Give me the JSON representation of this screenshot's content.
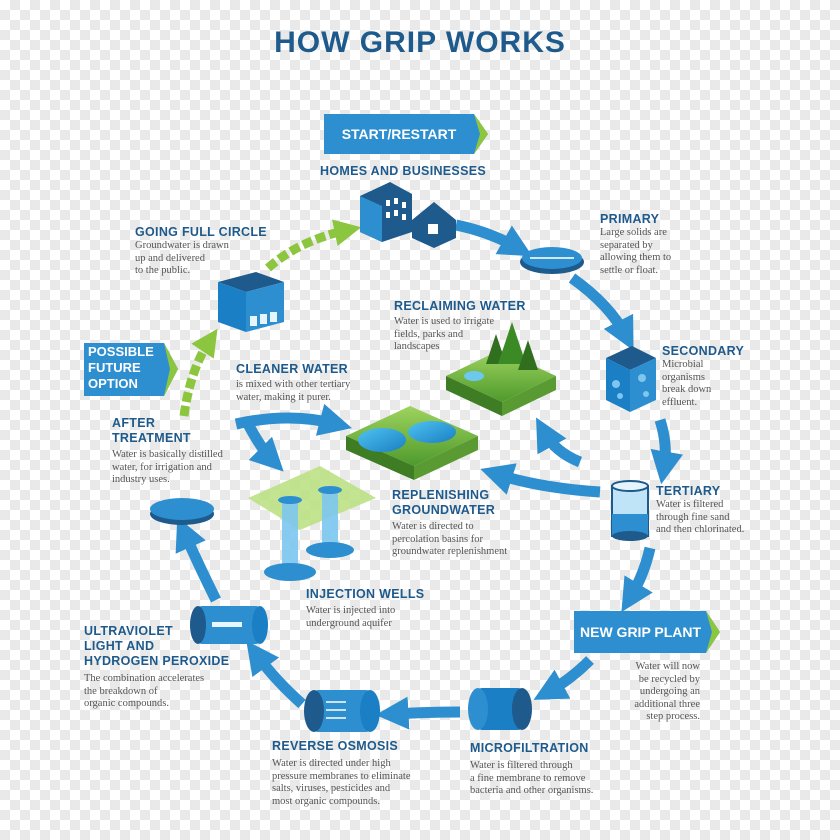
{
  "title": "HOW GRIP WORKS",
  "start_banner": "START/RESTART",
  "option_banner": [
    "POSSIBLE",
    "FUTURE",
    "OPTION"
  ],
  "plant_banner": "NEW GRIP PLANT",
  "colors": {
    "primary": "#1e5a8c",
    "arrow": "#2e8fd0",
    "banner": "#2e8fd0",
    "green_arrow": "#8cc63f",
    "text": "#555555"
  },
  "stages": {
    "homes": {
      "title": "HOMES AND BUSINESSES"
    },
    "primary": {
      "title": "PRIMARY",
      "desc": [
        "Large solids are",
        "separated by",
        "allowing them to",
        "settle or float."
      ]
    },
    "secondary": {
      "title": "SECONDARY",
      "desc": [
        "Microbial",
        "organisms",
        "break down",
        "effluent."
      ]
    },
    "tertiary": {
      "title": "TERTIARY",
      "desc": [
        "Water is filtered",
        "through fine sand",
        "and then chlorinated."
      ]
    },
    "plant": {
      "desc": [
        "Water will now",
        "be recycled by",
        "undergoing an",
        "additional three",
        "step process."
      ]
    },
    "microfiltration": {
      "title": "MICROFILTRATION",
      "desc": [
        "Water is filtered through",
        "a fine membrane to remove",
        "bacteria and other organisms."
      ]
    },
    "reverse_osmosis": {
      "title": "REVERSE OSMOSIS",
      "desc": [
        "Water is directed under high",
        "pressure membranes to eliminate",
        "salts, viruses, pesticides and",
        "most organic compounds."
      ]
    },
    "uv": {
      "title": [
        "ULTRAVIOLET",
        "LIGHT AND",
        "HYDROGEN PEROXIDE"
      ],
      "desc": [
        "The combination accelerates",
        "the breakdown of",
        "organic compounds."
      ]
    },
    "after": {
      "title": [
        "AFTER",
        "TREATMENT"
      ],
      "desc": [
        "Water is basically distilled",
        "water, for irrigation and",
        "industry uses."
      ]
    },
    "full_circle": {
      "title": "GOING FULL CIRCLE",
      "desc": [
        "Groundwater is drawn",
        "up and delivered",
        "to the public."
      ]
    },
    "reclaiming": {
      "title": "RECLAIMING WATER",
      "desc": [
        "Water is used to irrigate",
        "fields, parks and",
        "landscapes"
      ]
    },
    "cleaner": {
      "title": "CLEANER WATER",
      "desc": [
        "is mixed with other tertiary",
        "water, making it purer."
      ]
    },
    "replenishing": {
      "title": [
        "REPLENISHING",
        "GROUNDWATER"
      ],
      "desc": [
        "Water is directed to",
        "percolation basins for",
        "groundwater replenishment"
      ]
    },
    "injection": {
      "title": "INJECTION WELLS",
      "desc": [
        "Water is injected into",
        "underground aquifer"
      ]
    }
  }
}
